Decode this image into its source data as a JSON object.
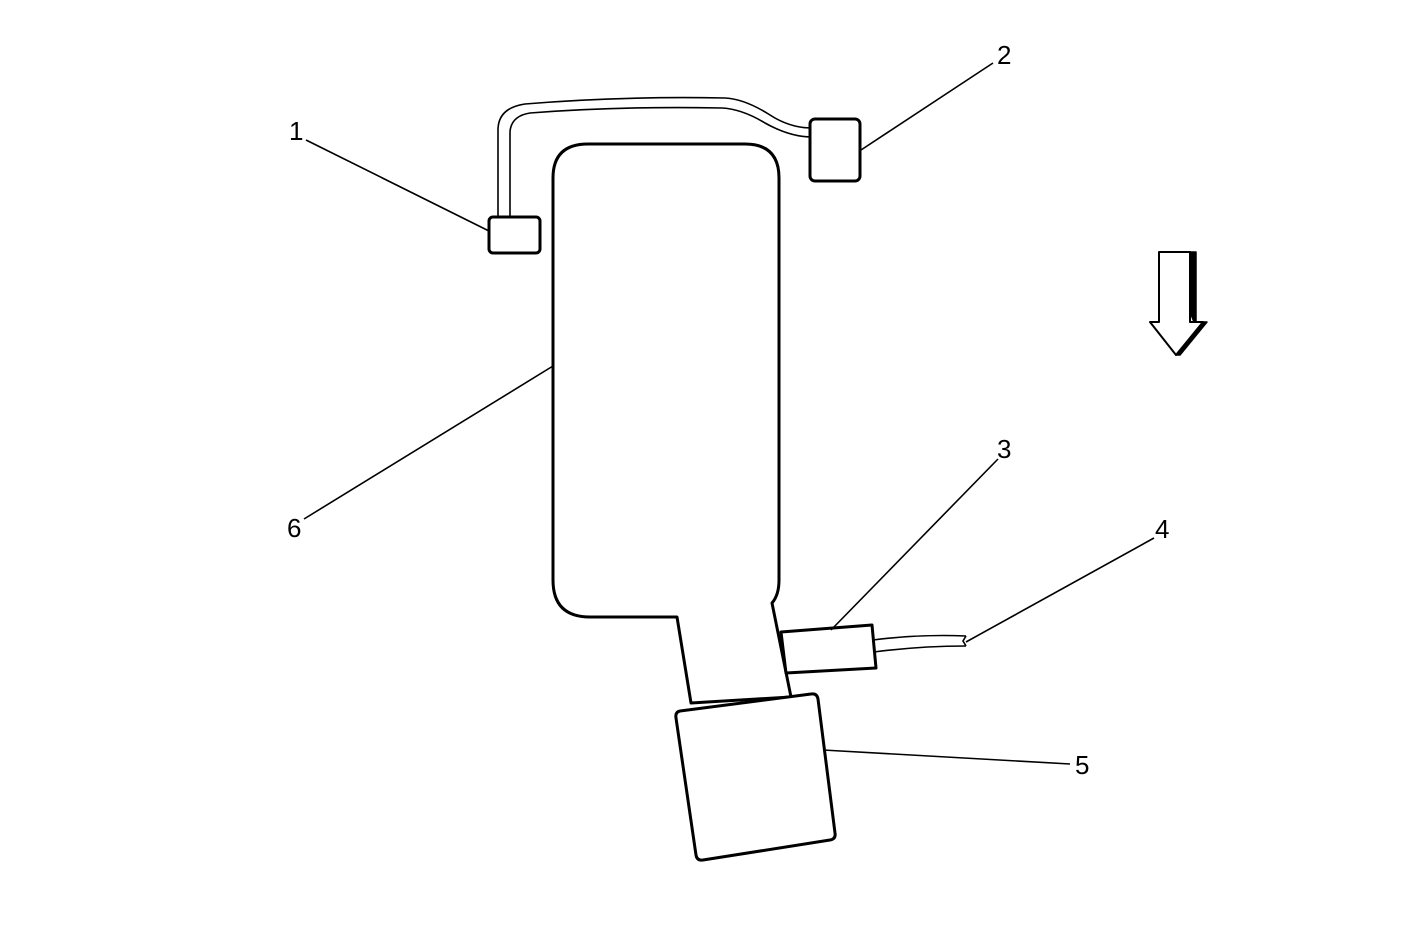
{
  "callouts": [
    {
      "id": "1",
      "label": "1"
    },
    {
      "id": "2",
      "label": "2"
    },
    {
      "id": "3",
      "label": "3"
    },
    {
      "id": "4",
      "label": "4"
    },
    {
      "id": "5",
      "label": "5"
    },
    {
      "id": "6",
      "label": "6"
    }
  ],
  "direction_arrow": "down-arrow-icon",
  "colors": {
    "line": "#000000",
    "background": "#ffffff"
  }
}
